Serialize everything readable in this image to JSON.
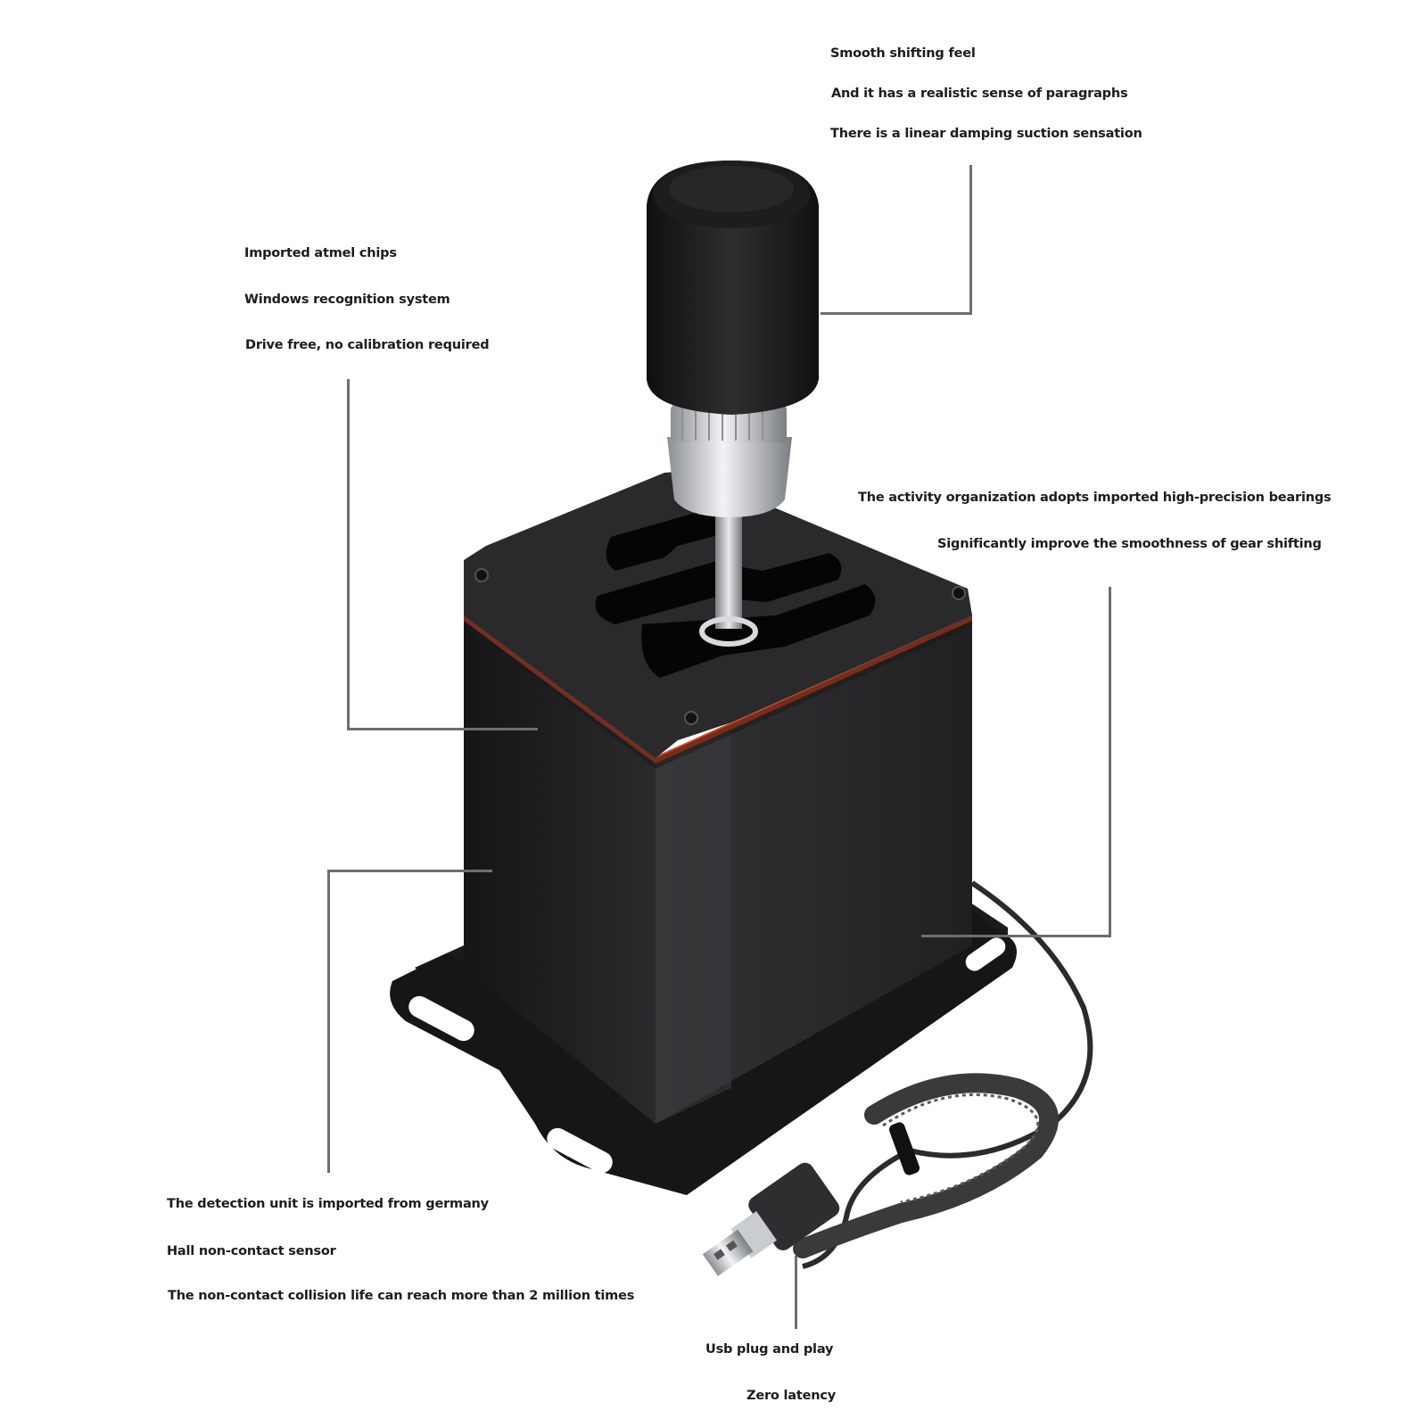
{
  "callouts": {
    "shifting": {
      "lines": [
        "Smooth shifting feel",
        "And it has a realistic sense of paragraphs",
        "There is a linear damping suction sensation"
      ]
    },
    "chips": {
      "lines": [
        "Imported atmel chips",
        "Windows recognition system",
        "Drive free, no calibration required"
      ]
    },
    "bearings": {
      "lines": [
        "The activity organization adopts imported high-precision bearings",
        "Significantly improve the smoothness of gear shifting"
      ]
    },
    "sensor": {
      "lines": [
        "The detection unit is imported from germany",
        "Hall non-contact sensor",
        "The non-contact collision life can reach more than 2 million times"
      ]
    },
    "usb": {
      "lines": [
        "Usb plug and play",
        "Zero latency"
      ]
    }
  },
  "colors": {
    "body": "#1f1f21",
    "top_plate": "#2a2a2c",
    "accent_stripe": "#e0471f",
    "knob": "#1a1a1a",
    "metal": "#c9ccd0",
    "leader_line": "#6e6e6e",
    "text": "#1c1c1c"
  },
  "icons": [
    "gear-shifter-product-image",
    "usb-plug-icon",
    "braided-cable"
  ]
}
